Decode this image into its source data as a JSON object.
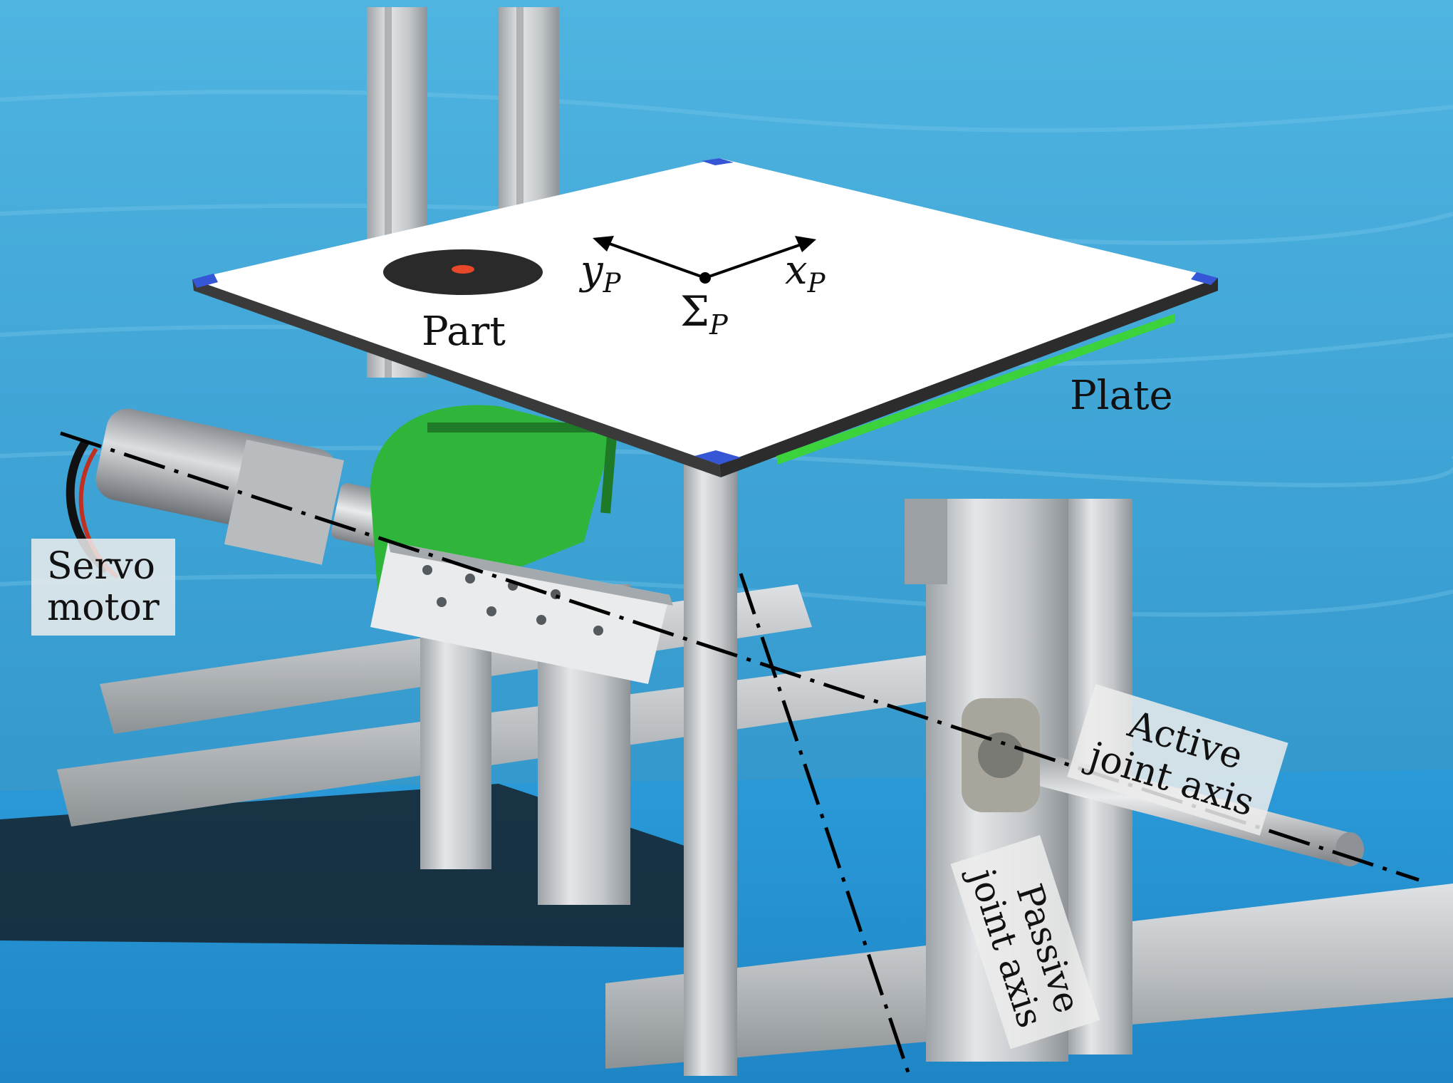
{
  "annotations": {
    "part": "Part",
    "plate": "Plate",
    "frame_origin": {
      "symbol": "Σ",
      "subscript": "P"
    },
    "axis_y": {
      "symbol": "y",
      "subscript": "P"
    },
    "axis_x": {
      "symbol": "x",
      "subscript": "P"
    },
    "servo_motor": {
      "line1": "Servo",
      "line2": "motor"
    },
    "active_joint_axis": {
      "line1": "Active",
      "line2": "joint axis"
    },
    "passive_joint_axis": {
      "line1": "Passive",
      "line2": "joint axis"
    }
  },
  "colors": {
    "background_blue": "#3fa3d4",
    "plate_white": "#ffffff",
    "aluminium": "#c9ccce",
    "printed_part_green": "#2fb53a",
    "part_disc": "#2a2a2a",
    "part_center": "#e8472a",
    "plate_corner_markers": "#3557d6",
    "axis_lines": "#000000"
  }
}
